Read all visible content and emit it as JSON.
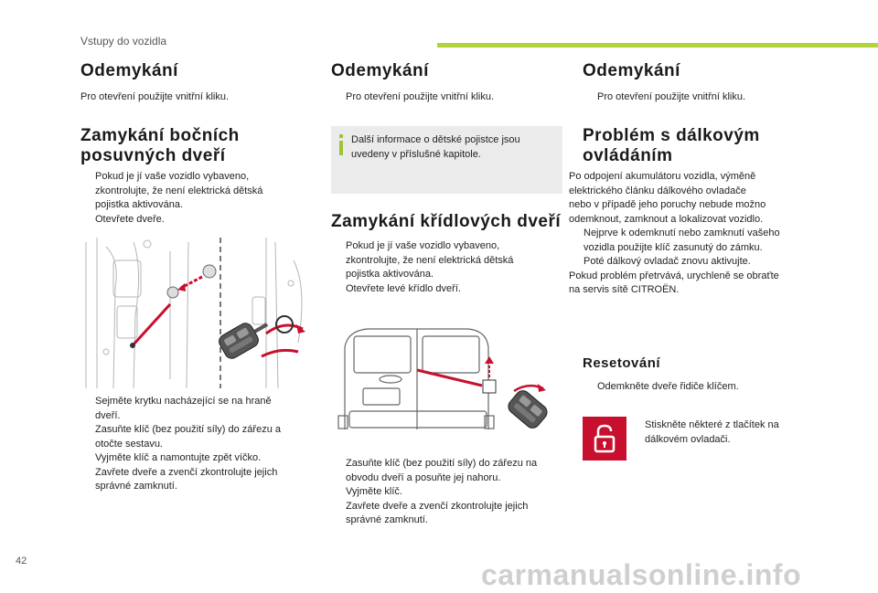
{
  "header": {
    "section": "Vstupy do vozidla",
    "accent": "#b3d33a"
  },
  "col1": {
    "h1": "Odemykání",
    "p1": "Pro otevření použijte vnitřní kliku.",
    "h2_line1": "Zamykání bočních",
    "h2_line2": "posuvných dveří",
    "bullets_a": [
      {
        "mark": "",
        "line1": "Pokud je jí vaše vozidlo vybaveno,",
        "line2": "zkontrolujte, že není elektrická dětská",
        "line3": "pojistka aktivována."
      },
      {
        "mark": "",
        "text": "Otevřete dveře."
      }
    ],
    "bullets_b": [
      {
        "mark": "",
        "line1": "Sejměte krytku nacházející se na hraně",
        "line2": "dveří."
      },
      {
        "mark": "",
        "line1": "Zasuňte klíč (bez použití síly) do zářezu a",
        "line2": "otočte sestavu."
      },
      {
        "mark": "",
        "text": "Vyjměte klíč a namontujte zpět víčko."
      },
      {
        "mark": "",
        "line1": "Zavřete dveře a zvenčí zkontrolujte jejich",
        "line2": "správné zamknutí."
      }
    ]
  },
  "col2": {
    "h1": "Odemykání",
    "b1": {
      "mark": "",
      "text": "Pro otevření použijte vnitřní kliku."
    },
    "info_line1": "Další informace o dětské pojistce jsou",
    "info_line2": "uvedeny v příslušné kapitole.",
    "h2": "Zamykání křídlových dveří",
    "bullets_a": [
      {
        "mark": "",
        "line1": "Pokud je jí vaše vozidlo vybaveno,",
        "line2": "zkontrolujte, že není elektrická dětská",
        "line3": "pojistka aktivována."
      },
      {
        "mark": "",
        "text": "Otevřete levé křídlo dveří."
      }
    ],
    "bullets_b": [
      {
        "mark": "",
        "line1": "Zasuňte klíč (bez použití síly) do zářezu na",
        "line2": "obvodu dveří a posuňte jej nahoru."
      },
      {
        "mark": "",
        "text": "Vyjměte klíč."
      },
      {
        "mark": "",
        "line1": "Zavřete dveře a zvenčí zkontrolujte jejich",
        "line2": "správné zamknutí."
      }
    ]
  },
  "col3": {
    "h1": "Odemykání",
    "b1": {
      "mark": "",
      "text": "Pro otevření použijte vnitřní kliku."
    },
    "h2_line1": "Problém s dálkovým",
    "h2_line2": "ovládáním",
    "para_lines": [
      "Po odpojení akumulátoru vozidla, výměně",
      "elektrického článku dálkového ovladače",
      "nebo v případě jeho poruchy nebude možno",
      "odemknout, zamknout a lokalizovat vozidlo."
    ],
    "bullets": [
      {
        "mark": "",
        "line1": "Nejprve k odemknutí nebo zamknutí vašeho",
        "line2": "vozidla použijte klíč zasunutý do zámku."
      },
      {
        "mark": "",
        "text": "Poté dálkový ovladač znovu aktivujte."
      }
    ],
    "para2_line1": "Pokud problém přetrvává, urychleně se obraťte",
    "para2_line2": "na servis sítě CITROËN.",
    "h3": "Resetování",
    "reset_b1": {
      "mark": "",
      "text": "Odemkněte dveře řidiče klíčem."
    },
    "reset_b2": {
      "mark": "",
      "line1": "Stiskněte některé z tlačítek na",
      "line2": "dálkovém ovladači."
    },
    "lock_icon_name": "unlock-icon",
    "lock_color": "#c8102e"
  },
  "footer": {
    "page": "42",
    "watermark": "carmanualsonline.info"
  }
}
